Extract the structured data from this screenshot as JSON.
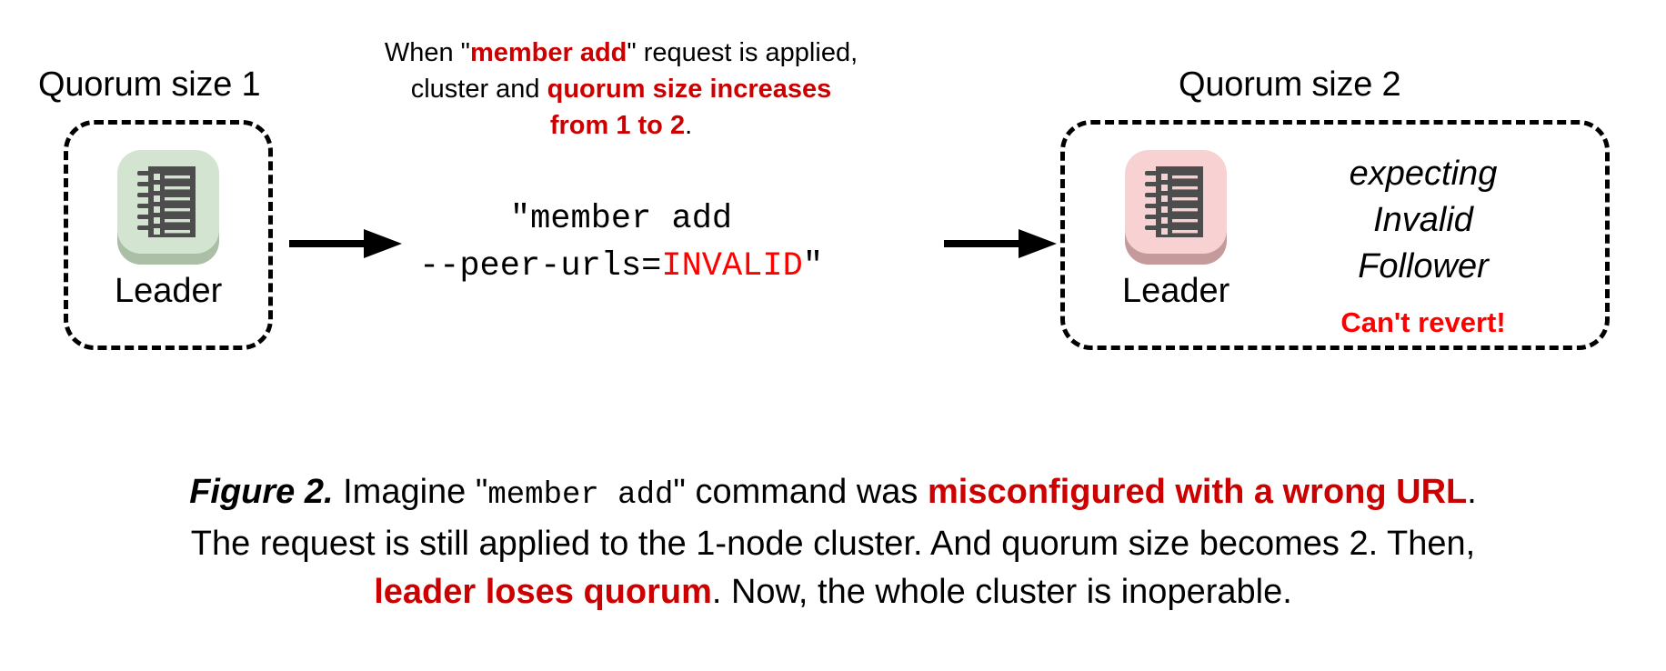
{
  "figure": {
    "colors": {
      "accent_red_dark": "#cc0000",
      "accent_red_bright": "#ff0000",
      "node_green_bg": "#d3e4d0",
      "node_green_shadow": "#aabfa6",
      "node_pink_bg": "#f8d2d2",
      "node_pink_shadow": "#c49a9a",
      "icon_dark": "#4d4d4d",
      "outline": "#000000"
    },
    "left_cluster": {
      "label": "Quorum size 1",
      "node": {
        "label": "Leader",
        "icon": "notebook-icon",
        "state": "healthy"
      }
    },
    "right_cluster": {
      "label": "Quorum size 2",
      "node": {
        "label": "Leader",
        "icon": "notebook-icon",
        "state": "unhealthy"
      },
      "status_lines": [
        "expecting",
        "Invalid",
        "Follower"
      ],
      "warning": "Can't revert!"
    },
    "top_note": {
      "line1_pre": "When \"",
      "line1_hl": "member add",
      "line1_post": "\" request is applied,",
      "line2_pre": "cluster and ",
      "line2_hl": "quorum size increases",
      "line3_hl": "from 1 to 2",
      "line3_post": "."
    },
    "command": {
      "line1": "\"member add",
      "line2_pre": "--peer-urls=",
      "line2_invalid": "INVALID",
      "line2_post": "\""
    },
    "arrows": {
      "left_arrow": "arrow-right-icon",
      "right_arrow": "arrow-right-icon"
    },
    "caption": {
      "fig_num": "Figure 2.",
      "seg1": " Imagine \"",
      "mono1": "member add",
      "seg2": "\" command was ",
      "hl1": "misconfigured with a wrong URL",
      "seg3": ".",
      "seg4": "The request is still applied to the 1-node cluster. And quorum size becomes 2. Then,",
      "hl2": "leader loses quorum",
      "seg5": ". Now, the whole cluster is inoperable."
    }
  }
}
